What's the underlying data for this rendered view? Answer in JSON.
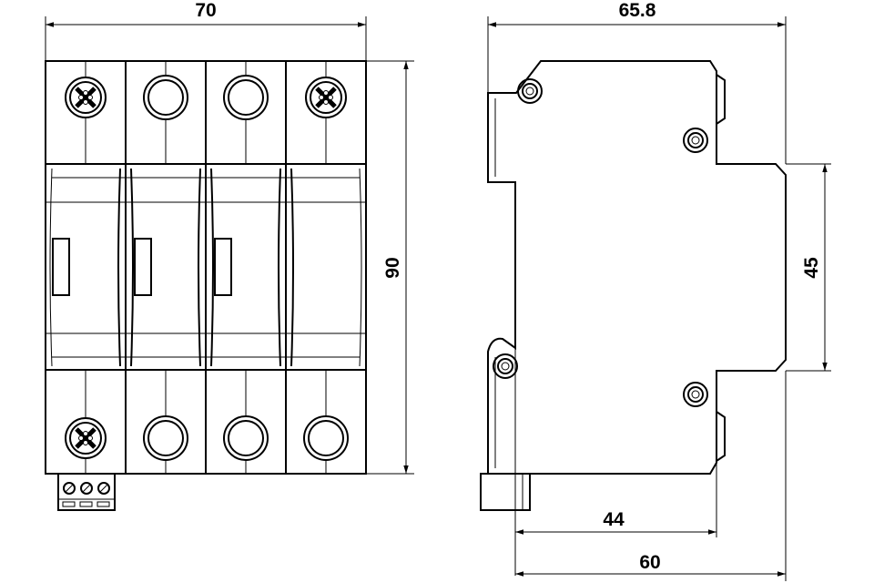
{
  "drawing": {
    "front_view": {
      "width_label": "70",
      "height_label": "90"
    },
    "side_view": {
      "depth_label": "65.8",
      "rail_height_label": "45",
      "inner_depth_label": "44",
      "base_depth_label": "60"
    }
  },
  "colors": {
    "line": "#000000",
    "background": "#ffffff"
  }
}
